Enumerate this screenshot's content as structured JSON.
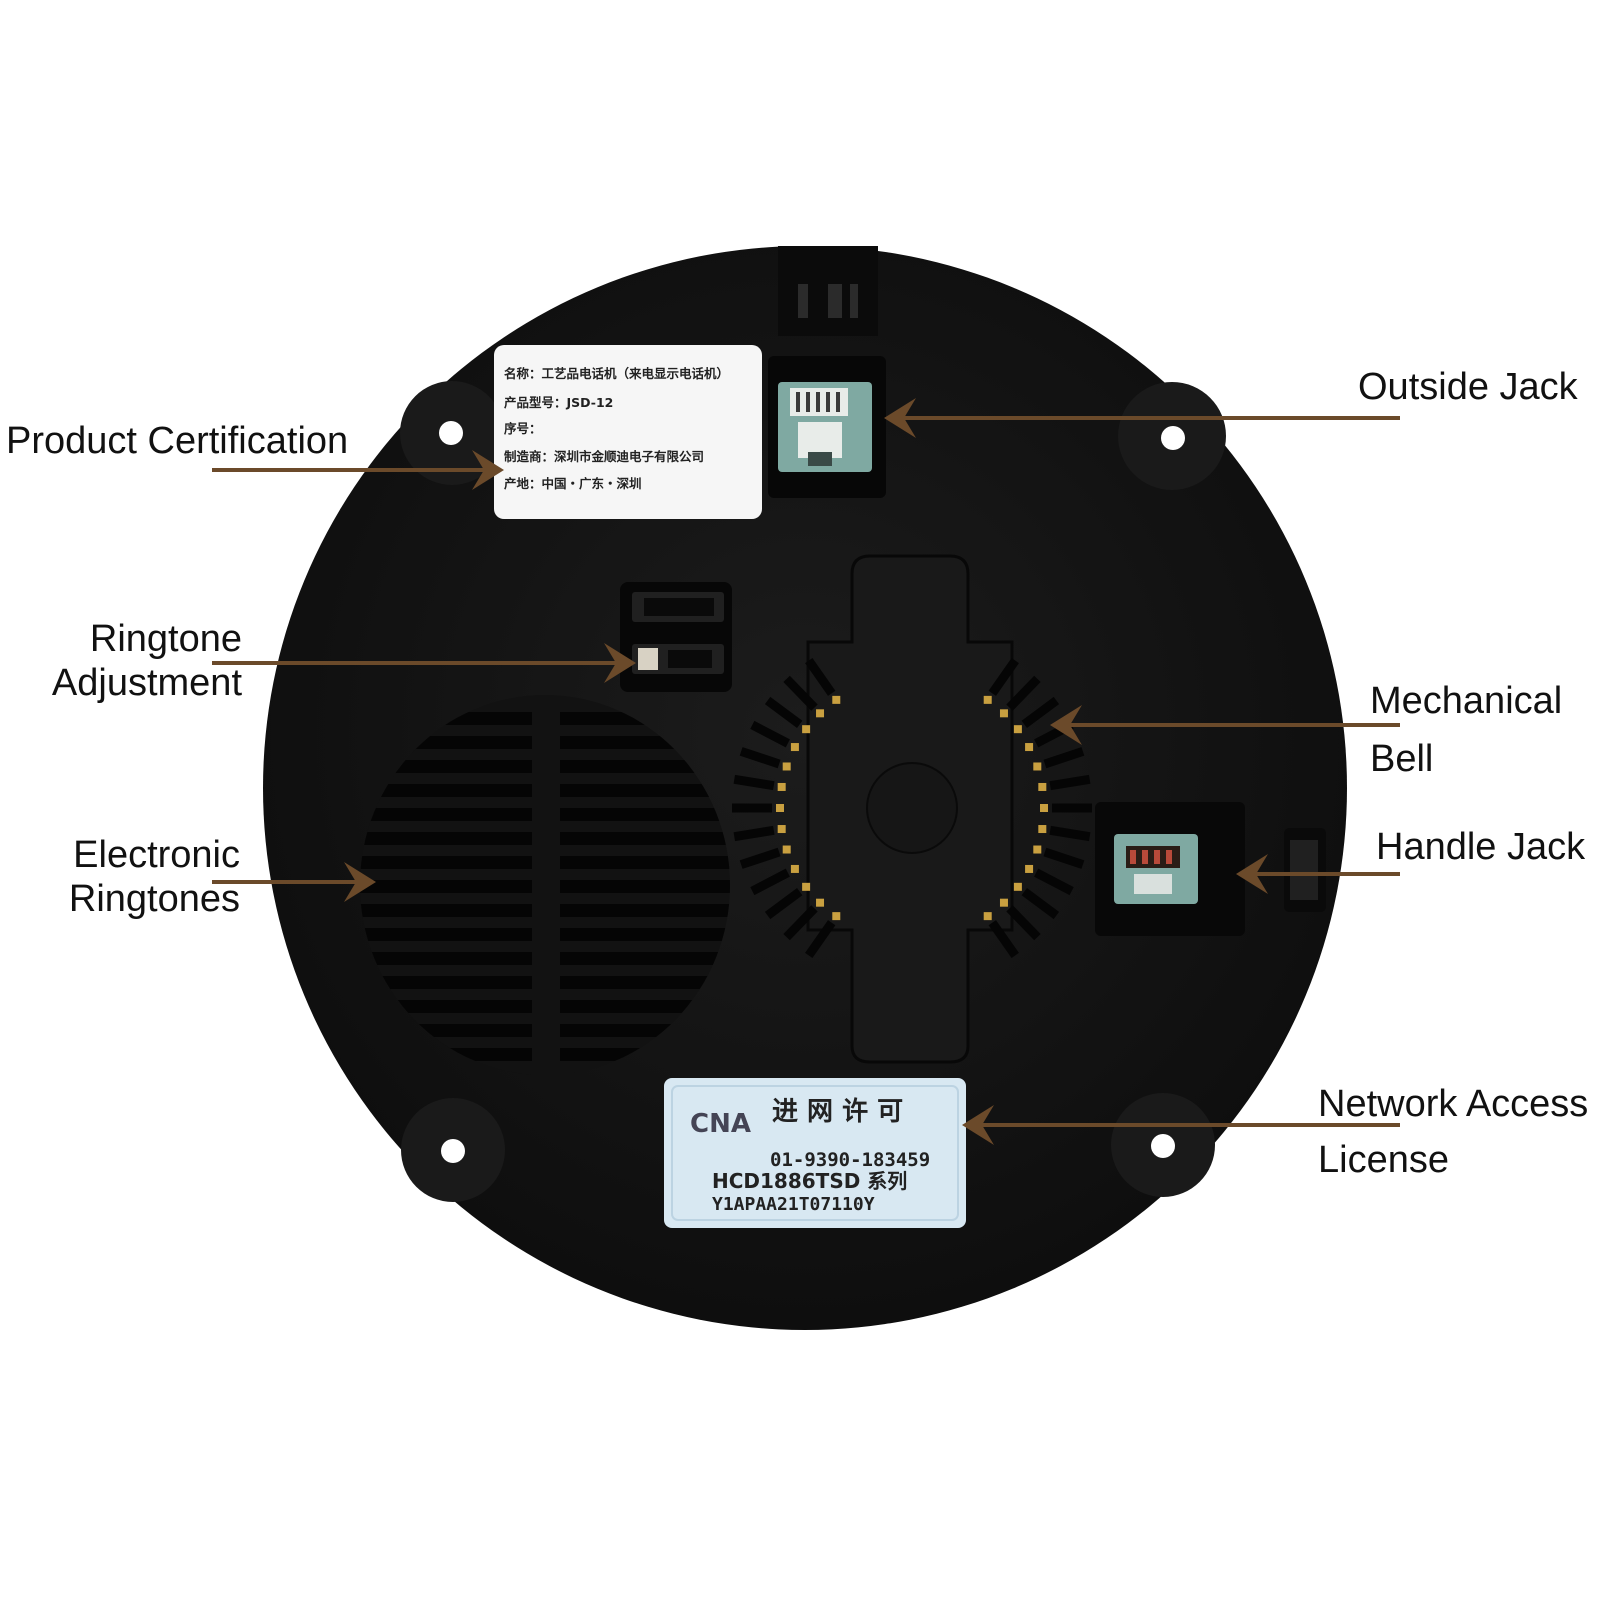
{
  "colors": {
    "background": "#ffffff",
    "device_body": "#141414",
    "arrow": "#6b4a2a",
    "label_text": "#111111",
    "sticker_white": "#f6f6f6",
    "sticker_blue": "#d8e8f2",
    "speaker_slot": "#050505",
    "gold_contact": "#c9a040",
    "jack_teal": "#7fa9a2"
  },
  "callouts": {
    "product_certification": {
      "lines": [
        "Product Certification"
      ]
    },
    "ringtone_adjustment": {
      "lines": [
        "Ringtone",
        "Adjustment"
      ]
    },
    "electronic_ringtones": {
      "lines": [
        "Electronic",
        "Ringtones"
      ]
    },
    "outside_jack": {
      "lines": [
        "Outside Jack"
      ]
    },
    "mechanical_bell": {
      "lines": [
        "Mechanical",
        "Bell"
      ]
    },
    "handle_jack": {
      "lines": [
        "Handle Jack"
      ]
    },
    "network_access_license": {
      "lines": [
        "Network Access",
        "License"
      ]
    }
  },
  "product_sticker": {
    "lines": [
      "名称：工艺品电话机（来电显示电话机）",
      "产品型号：JSD-12",
      "序号：",
      "制造商：深圳市金顺迪电子有限公司",
      "产地：中国・广东・深圳"
    ]
  },
  "license_sticker": {
    "logo": "CNA",
    "title": "进 网 许 可",
    "number": "01-9390-183459",
    "model": "HCD1886TSD 系列",
    "code": "Y1APAA21T07110Y"
  },
  "icons": {
    "arrow": "arrowhead-icon",
    "jack": "rj11-jack-icon",
    "switch": "slide-switch-icon"
  }
}
